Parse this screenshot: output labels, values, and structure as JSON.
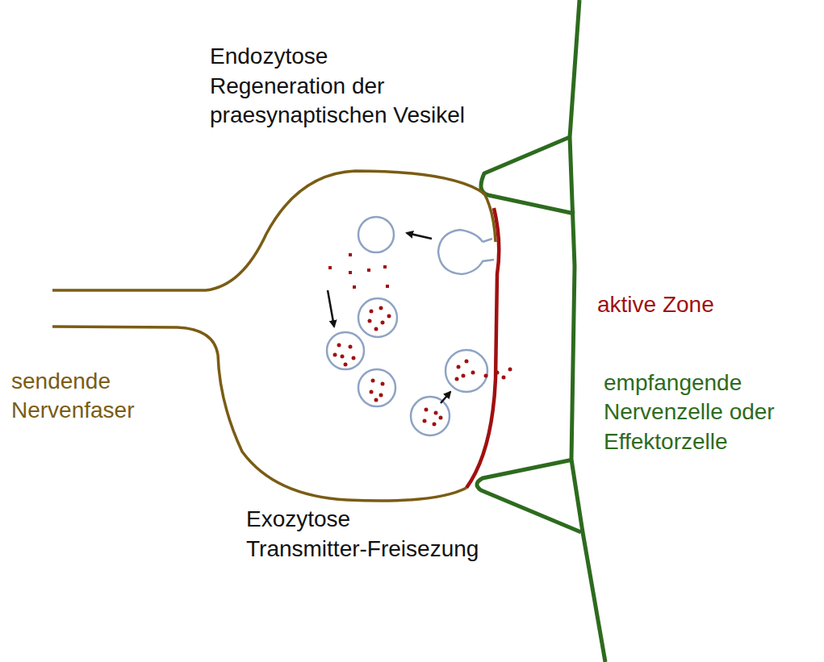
{
  "diagram": {
    "labels": [
      "Endozytose",
      "Regeneration der praesynaptischen Vesikel",
      "aktive Zone",
      "sendende Nervenfaser",
      "empfangende Nervenzelle oder Effektorzelle",
      "Exozytose",
      "Transmitter-Freisezung"
    ]
  }
}
